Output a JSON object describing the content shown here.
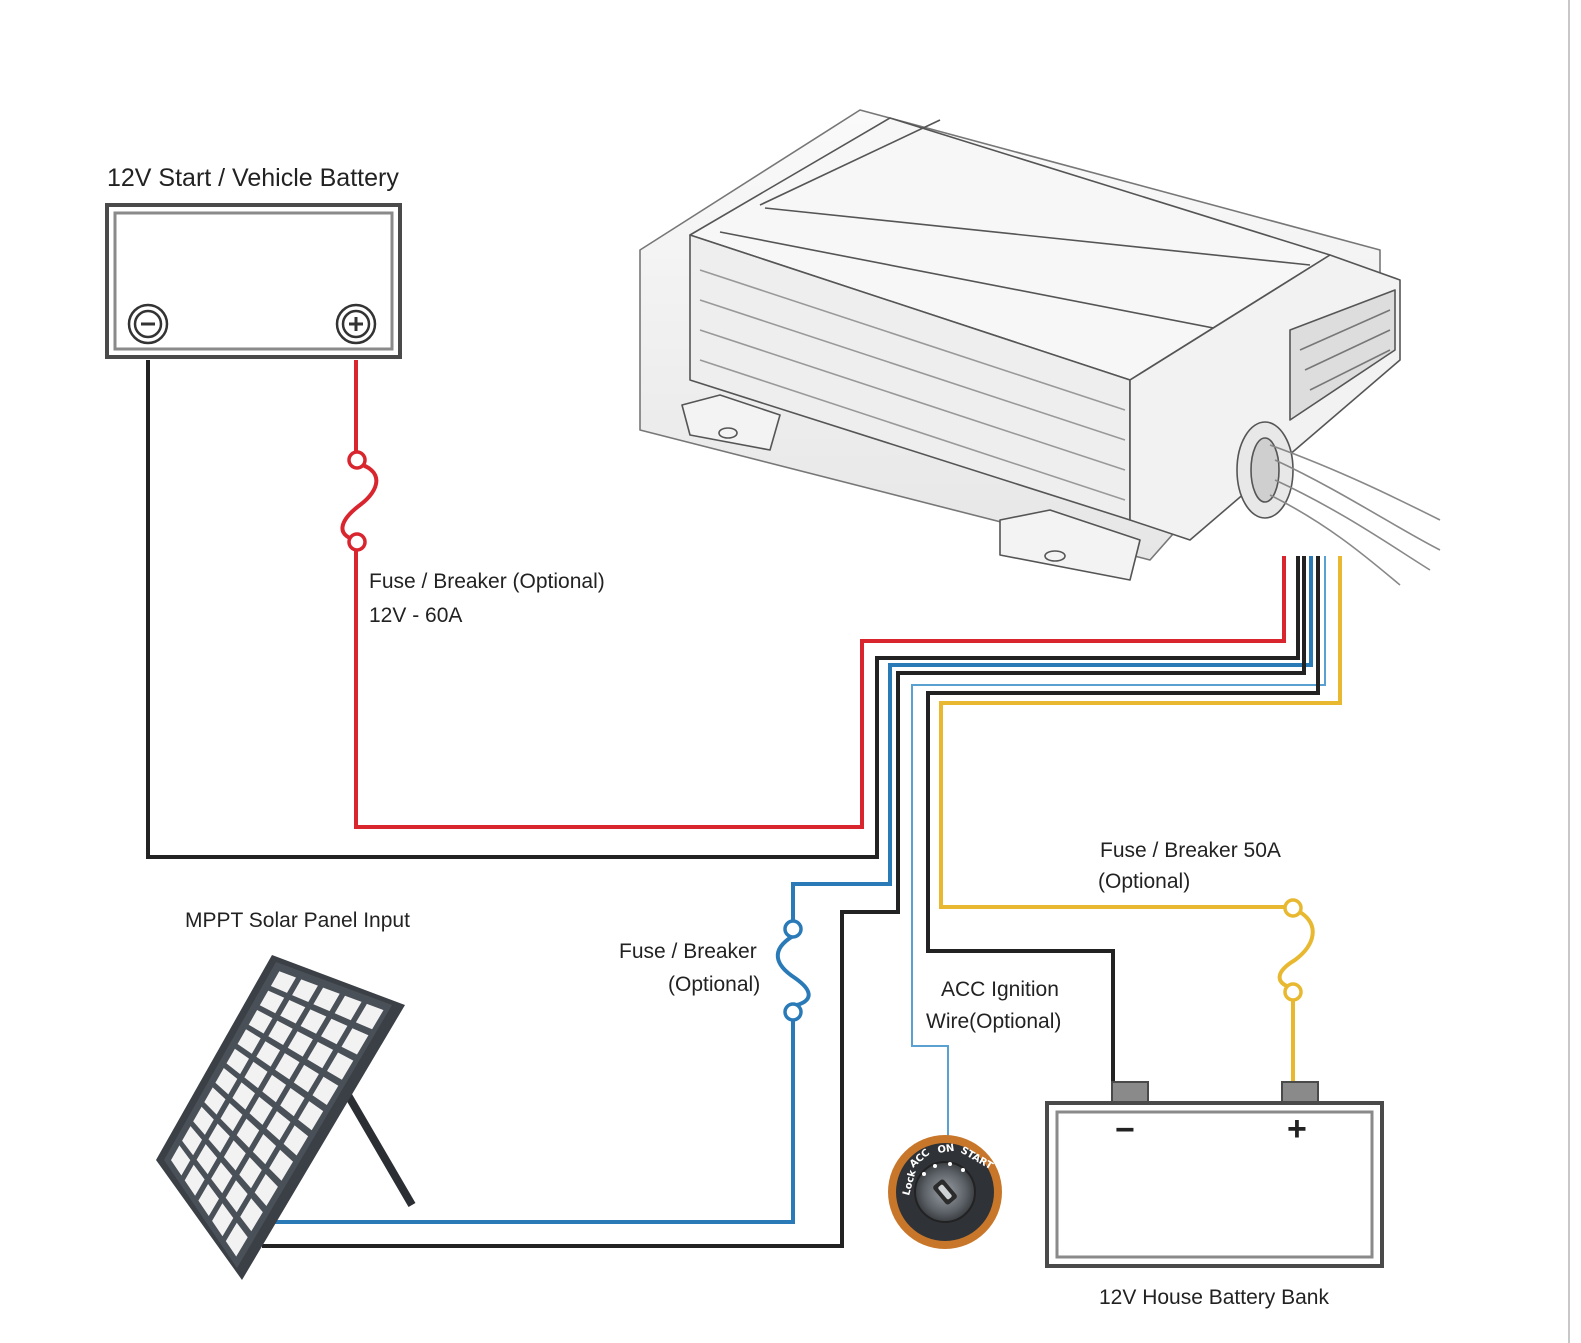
{
  "labels": {
    "vehicle_battery": "12V Start / Vehicle Battery",
    "fuse1_line1": "Fuse / Breaker  (Optional)",
    "fuse1_line2": "12V - 60A",
    "fuse50_line1": "Fuse / Breaker 50A",
    "fuse50_line2": "(Optional)",
    "solar_input": "MPPT Solar Panel Input",
    "fuse_solar_line1": "Fuse / Breaker",
    "fuse_solar_line2": "(Optional)",
    "acc_line1": "ACC Ignition",
    "acc_line2": "Wire(Optional)",
    "house_battery": "12V House Battery Bank"
  },
  "terminals": {
    "negative_symbol": "−",
    "positive_symbol": "+"
  },
  "ignition_switch": {
    "positions": [
      "Lock",
      "ACC",
      "ON",
      "START"
    ]
  },
  "colors": {
    "positive_wire": "#d9252e",
    "negative_wire": "#222222",
    "solar_wire": "#2a7ab8",
    "acc_wire": "#5aa0d0",
    "house_positive_wire": "#e8b830",
    "battery_frame": "#4a4a4a",
    "ignition_ring": "#c8772a"
  }
}
